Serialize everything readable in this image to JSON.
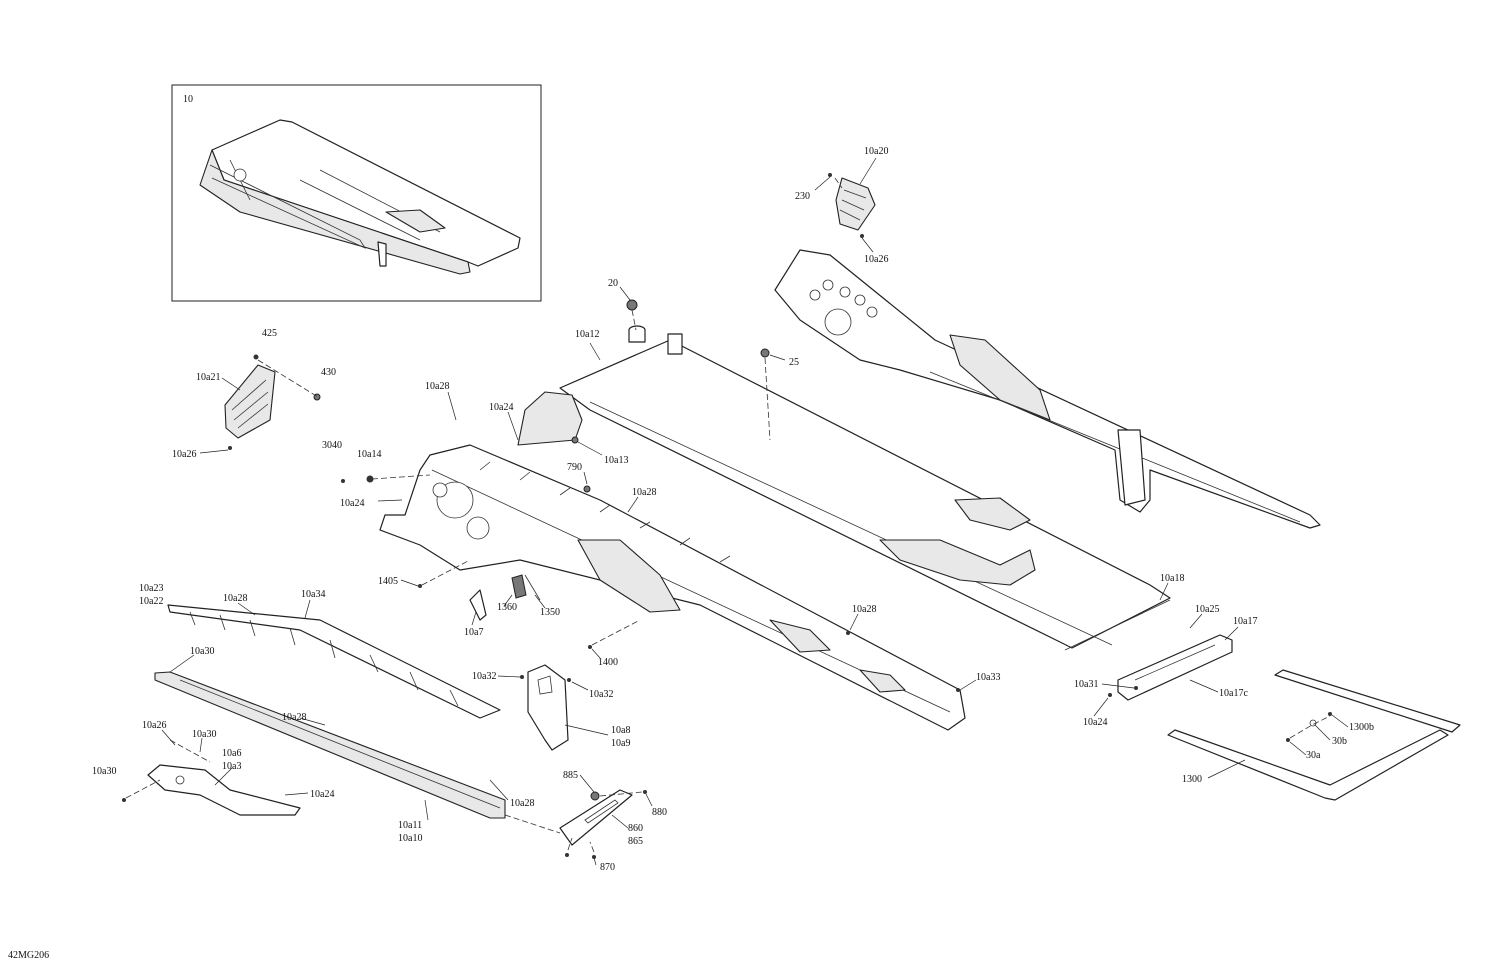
{
  "inset": {
    "label": "10"
  },
  "callouts": {
    "c10a20": "10a20",
    "c230": "230",
    "c10a26_top": "10a26",
    "c20": "20",
    "c25": "25",
    "c10a12": "10a12",
    "c425": "425",
    "c430": "430",
    "c10a21": "10a21",
    "c10a26_left": "10a26",
    "c10a28_a": "10a28",
    "c10a24_a": "10a24",
    "c10a13": "10a13",
    "c3040": "3040",
    "c10a14": "10a14",
    "c790": "790",
    "c10a28_b": "10a28",
    "c10a24_b": "10a24",
    "c1405": "1405",
    "c1360": "1360",
    "c1350": "1350",
    "c10a7": "10a7",
    "c10a23": "10a23",
    "c10a22": "10a22",
    "c10a28_c": "10a28",
    "c10a34": "10a34",
    "c10a30_a": "10a30",
    "c10a18": "10a18",
    "c10a25": "10a25",
    "c10a17": "10a17",
    "c10a28_d": "10a28",
    "c1400": "1400",
    "c10a32_a": "10a32",
    "c10a32_b": "10a32",
    "c10a33": "10a33",
    "c10a31": "10a31",
    "c10a17c": "10a17c",
    "c10a24_c": "10a24",
    "c10a8": "10a8",
    "c10a9": "10a9",
    "c10a28_e": "10a28",
    "c10a26_b": "10a26",
    "c10a30_b": "10a30",
    "c10a6": "10a6",
    "c10a3": "10a3",
    "c10a30_c": "10a30",
    "c10a24_d": "10a24",
    "c885": "885",
    "c880": "880",
    "c10a28_f": "10a28",
    "c860": "860",
    "c865": "865",
    "c10a11": "10a11",
    "c10a10": "10a10",
    "c870": "870",
    "c1300b": "1300b",
    "c30b": "30b",
    "c30a": "30a",
    "c1300": "1300"
  },
  "figure_code": "42MG206"
}
